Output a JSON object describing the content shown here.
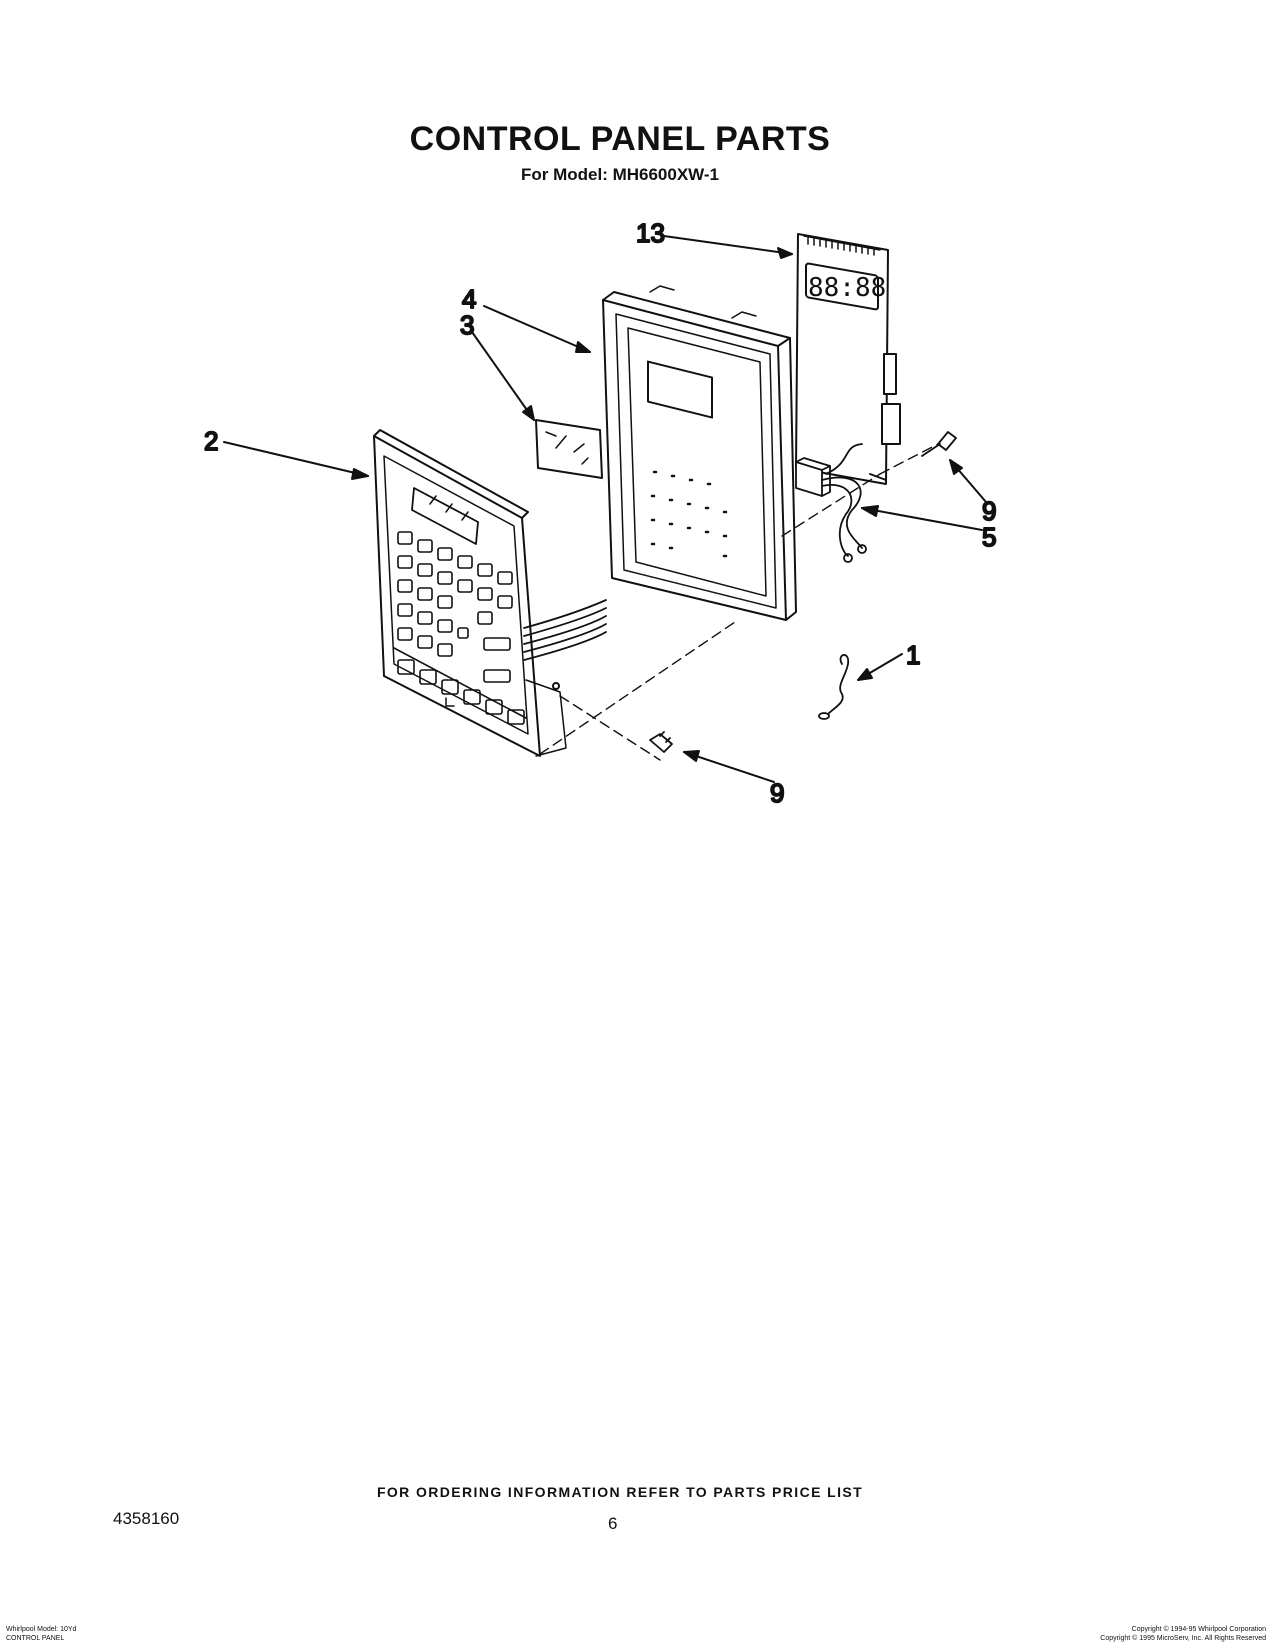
{
  "title": "CONTROL PANEL PARTS",
  "subtitle": "For Model: MH6600XW-1",
  "callouts": {
    "c1": "1",
    "c2": "2",
    "c3": "3",
    "c4": "4",
    "c5": "5",
    "c9a": "9",
    "c9b": "9",
    "c13": "13"
  },
  "footer": {
    "ordering": "FOR ORDERING INFORMATION REFER TO PARTS PRICE LIST",
    "doc_number": "4358160",
    "page": "6",
    "fine_left_1": "Whirlpool Model: 10Yd",
    "fine_left_2": "CONTROL PANEL",
    "fine_right_1": "Copyright © 1994-95 Whirlpool Corporation",
    "fine_right_2": "Copyright © 1995 MicroServ, Inc. All Rights Reserved"
  },
  "colors": {
    "ink": "#111111",
    "paper": "#ffffff"
  }
}
